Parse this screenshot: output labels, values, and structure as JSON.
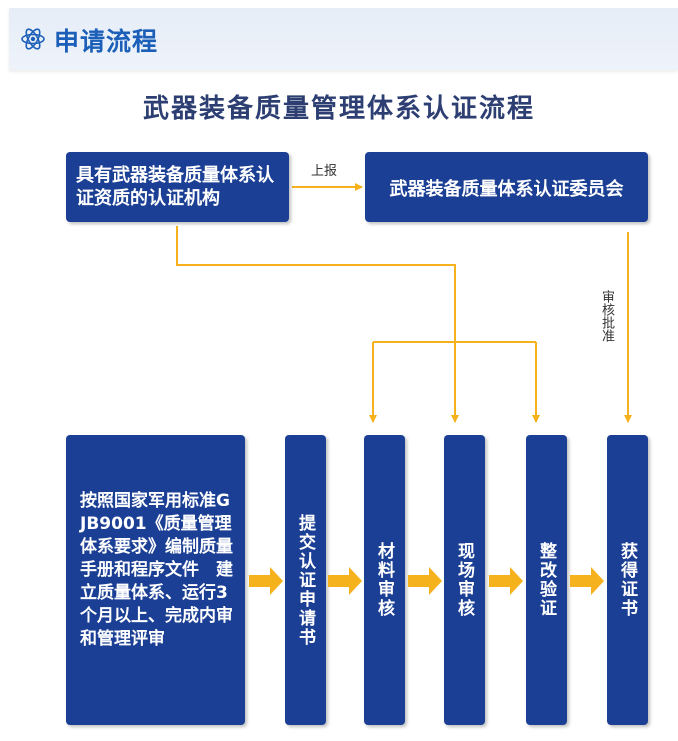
{
  "header": {
    "title": "申请流程",
    "icon": "atom-icon",
    "color": "#1b5fb8"
  },
  "diagram": {
    "title": "武器装备质量管理体系认证流程",
    "org_box": "具有武器装备质量体系认证资质的认证机构",
    "committee_box": "武器装备质量体系认证委员会",
    "report_label": "上报",
    "review_label": "审核批准",
    "prep_box": "按照国家军用标准GJB9001《质量管理体系要求》编制质量手册和程序文件　建立质量体系、运行3个月以上、完成内审和管理评审",
    "steps": [
      {
        "label": "提交认证申请书"
      },
      {
        "label": "材料审核"
      },
      {
        "label": "现场审核"
      },
      {
        "label": "整改验证"
      },
      {
        "label": "获得证书"
      }
    ]
  },
  "colors": {
    "box": "#1b3f94",
    "arrow": "#f5b21c",
    "title": "#2c3e72"
  }
}
